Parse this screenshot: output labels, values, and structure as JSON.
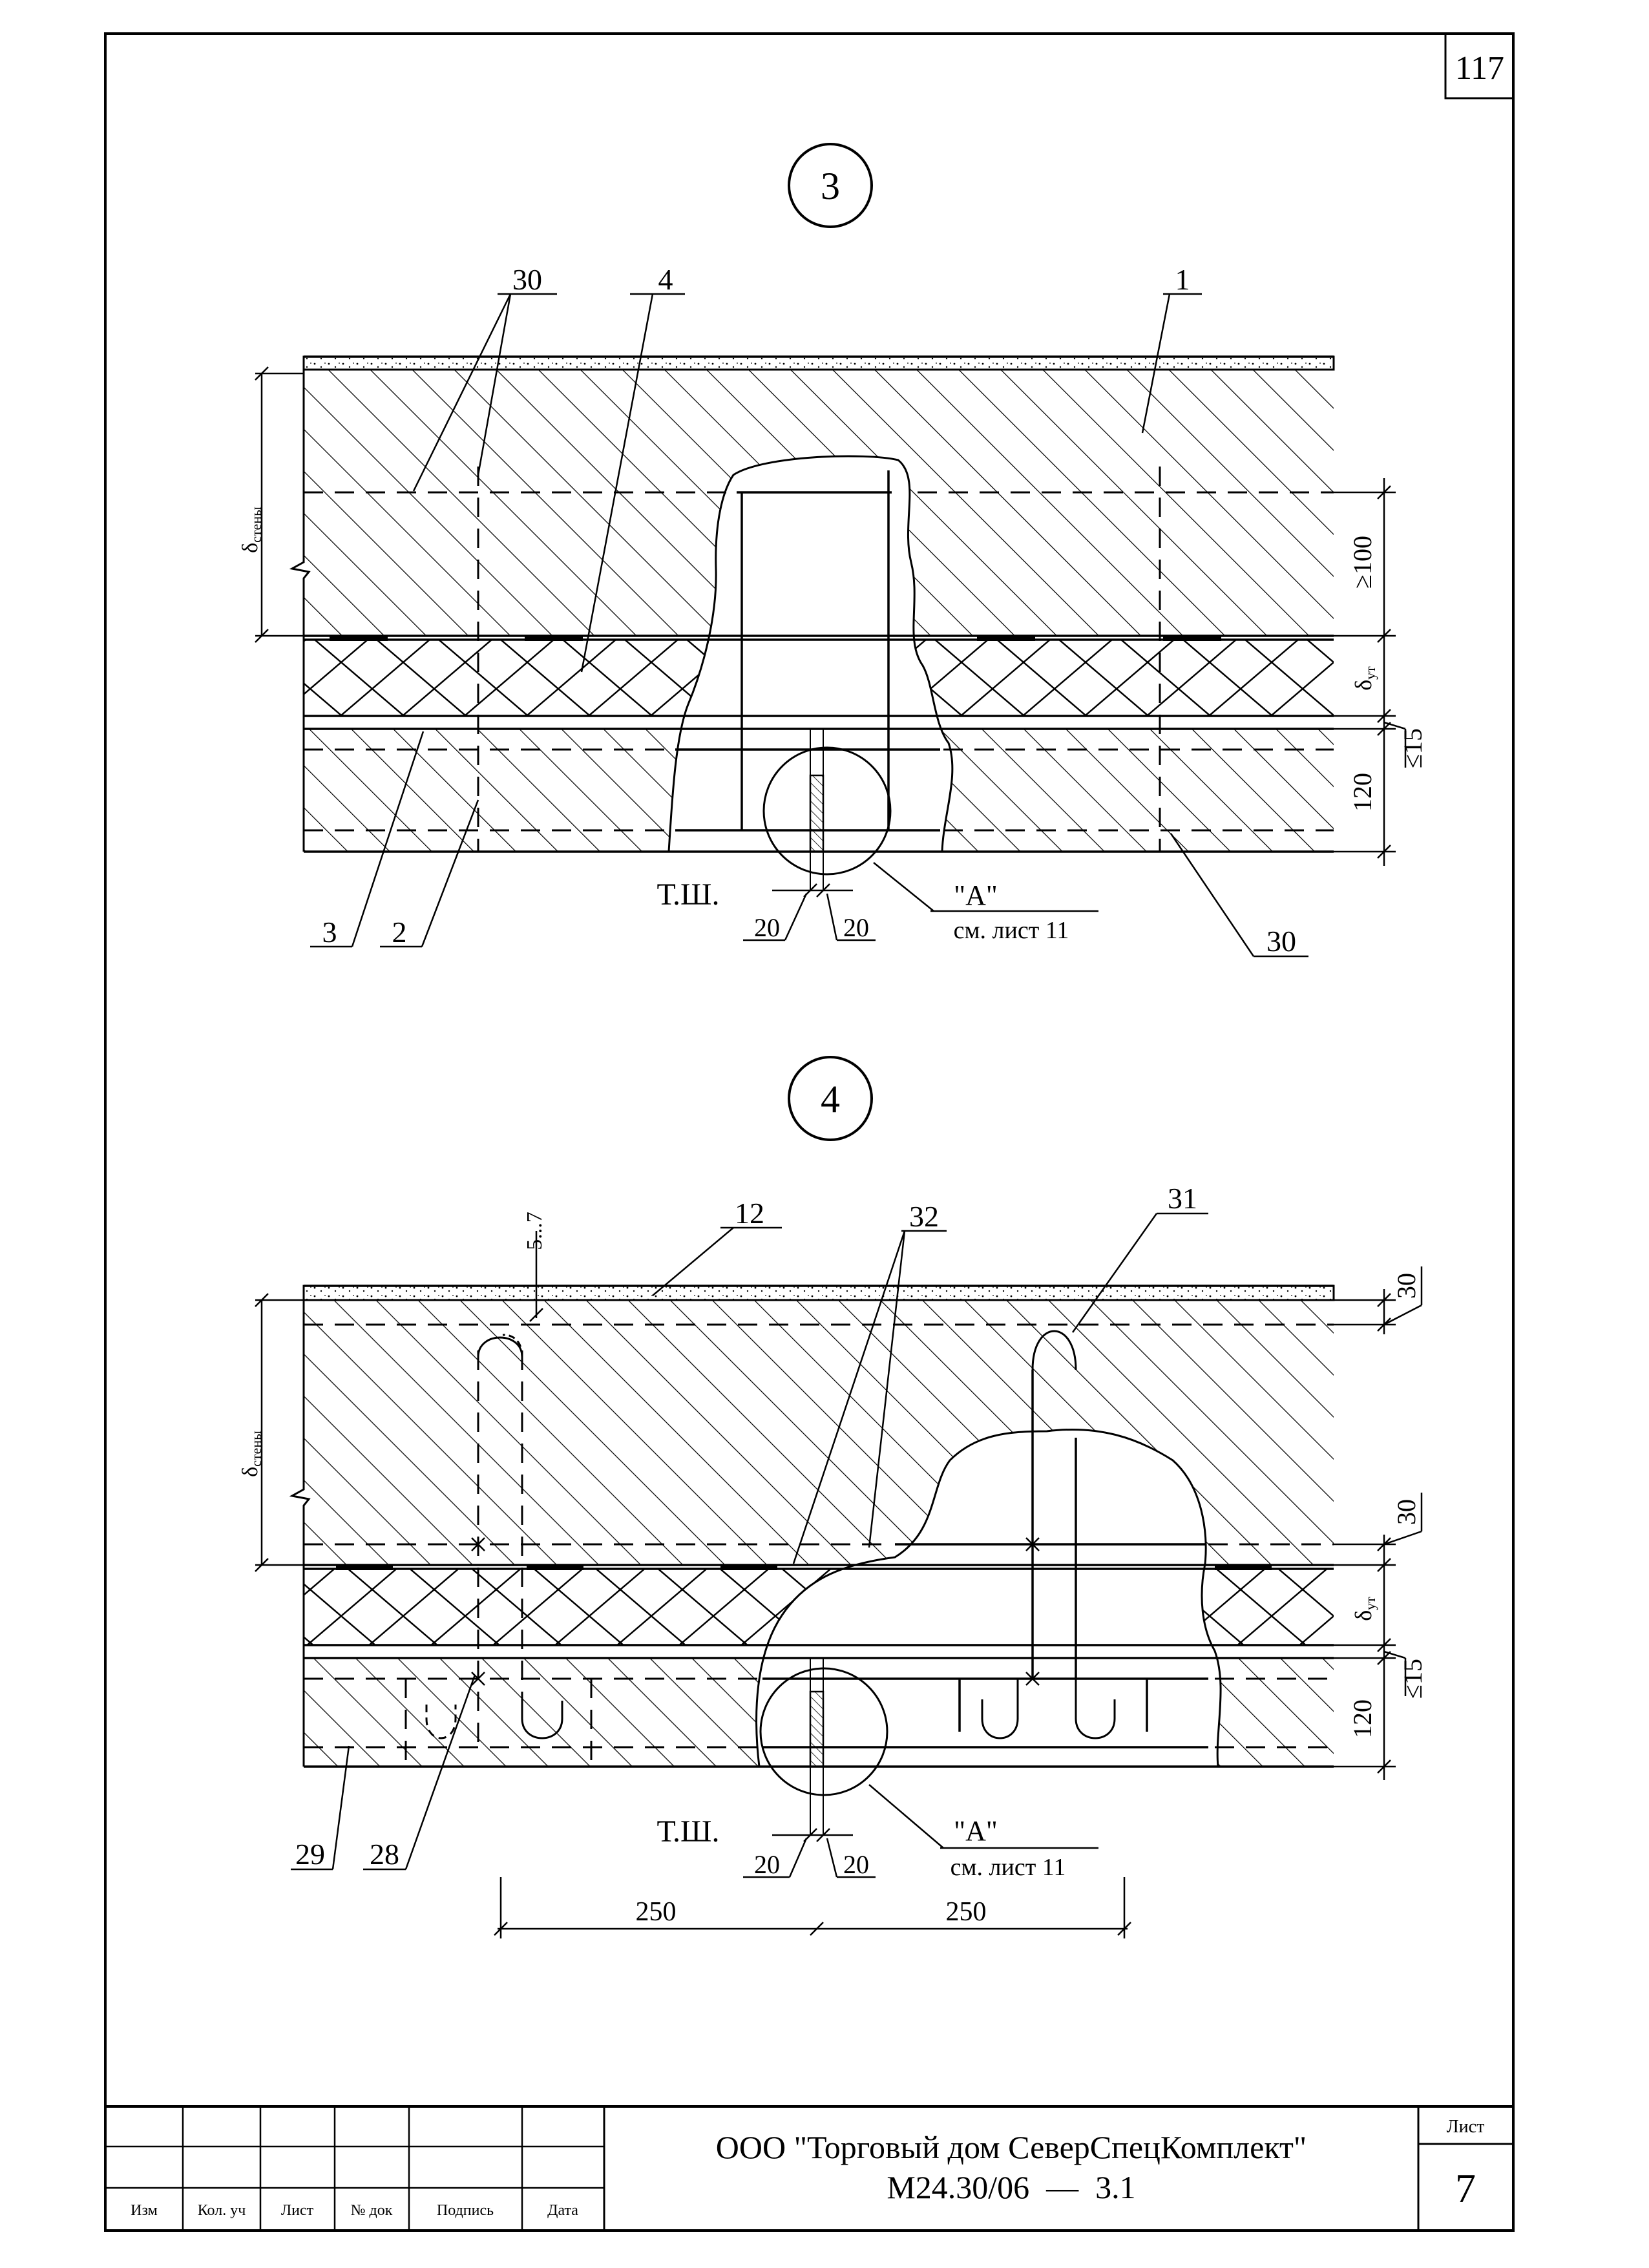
{
  "sheet": {
    "corner_number": "117",
    "page_label": "Лист",
    "page_number": "7",
    "company": "ООО \"Торговый дом СеверСпецКомплект\"",
    "doc_code": "М24.30/06",
    "doc_dash": "—",
    "doc_section": "3.1",
    "stamp_headers": [
      "Изм",
      "Кол. уч",
      "Лист",
      "№ док",
      "Подпись",
      "Дата"
    ]
  },
  "detail3": {
    "marker": "3",
    "callouts": {
      "c30_top": "30",
      "c4": "4",
      "c1": "1",
      "c3": "3",
      "c2": "2",
      "c30_bottom": "30"
    },
    "dims": {
      "min100": "≥100",
      "d_ut_main": "δ",
      "d_ut_sub": "ут",
      "max15": "≤15",
      "d120": "120",
      "left20": "20",
      "right20": "20"
    },
    "wall_main": "δ",
    "wall_sub": "стены",
    "seam_label": "Т.Ш.",
    "ref_label": "\"А\"",
    "ref_sheet": "см. лист 11"
  },
  "detail4": {
    "marker": "4",
    "callouts": {
      "c12": "12",
      "c32": "32",
      "c31": "31",
      "c29": "29",
      "c28": "28"
    },
    "dims": {
      "d5_7": "5...7",
      "d30_top": "30",
      "d30_mid": "30",
      "d_ut_main": "δ",
      "d_ut_sub": "ут",
      "max15": "≤15",
      "d120": "120",
      "left20": "20",
      "right20": "20",
      "left250": "250",
      "right250": "250"
    },
    "wall_main": "δ",
    "wall_sub": "стены",
    "seam_label": "Т.Ш.",
    "ref_label": "\"А\"",
    "ref_sheet": "см. лист 11"
  },
  "colors": {
    "ink": "#000000",
    "paper": "#ffffff"
  }
}
